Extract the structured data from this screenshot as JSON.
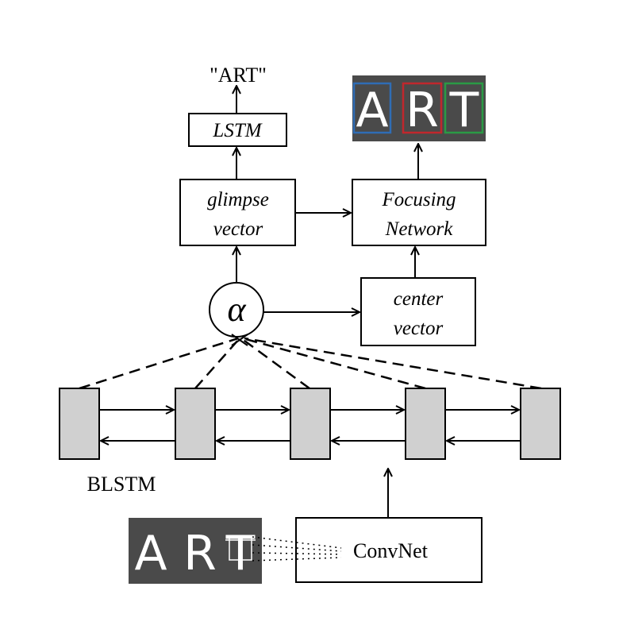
{
  "top_output": "\"ART\"",
  "lstm_label": "LSTM",
  "glimpse": {
    "line1": "glimpse",
    "line2": "vector"
  },
  "focusing": {
    "line1": "Focusing",
    "line2": "Network"
  },
  "center": {
    "line1": "center",
    "line2": "vector"
  },
  "alpha": "α",
  "blstm_label": "BLSTM",
  "convnet_label": "ConvNet",
  "output_image": {
    "letters": [
      "A",
      "R",
      "T"
    ],
    "box_colors": [
      "#2f6db5",
      "#c0272d",
      "#2a9a45"
    ],
    "background": "#4a4a4a"
  },
  "input_image": {
    "letters": [
      "A",
      "R",
      "T"
    ],
    "background": "#4a4a4a"
  },
  "colors": {
    "stroke": "#000000",
    "cell_fill": "#d0d0d0"
  }
}
